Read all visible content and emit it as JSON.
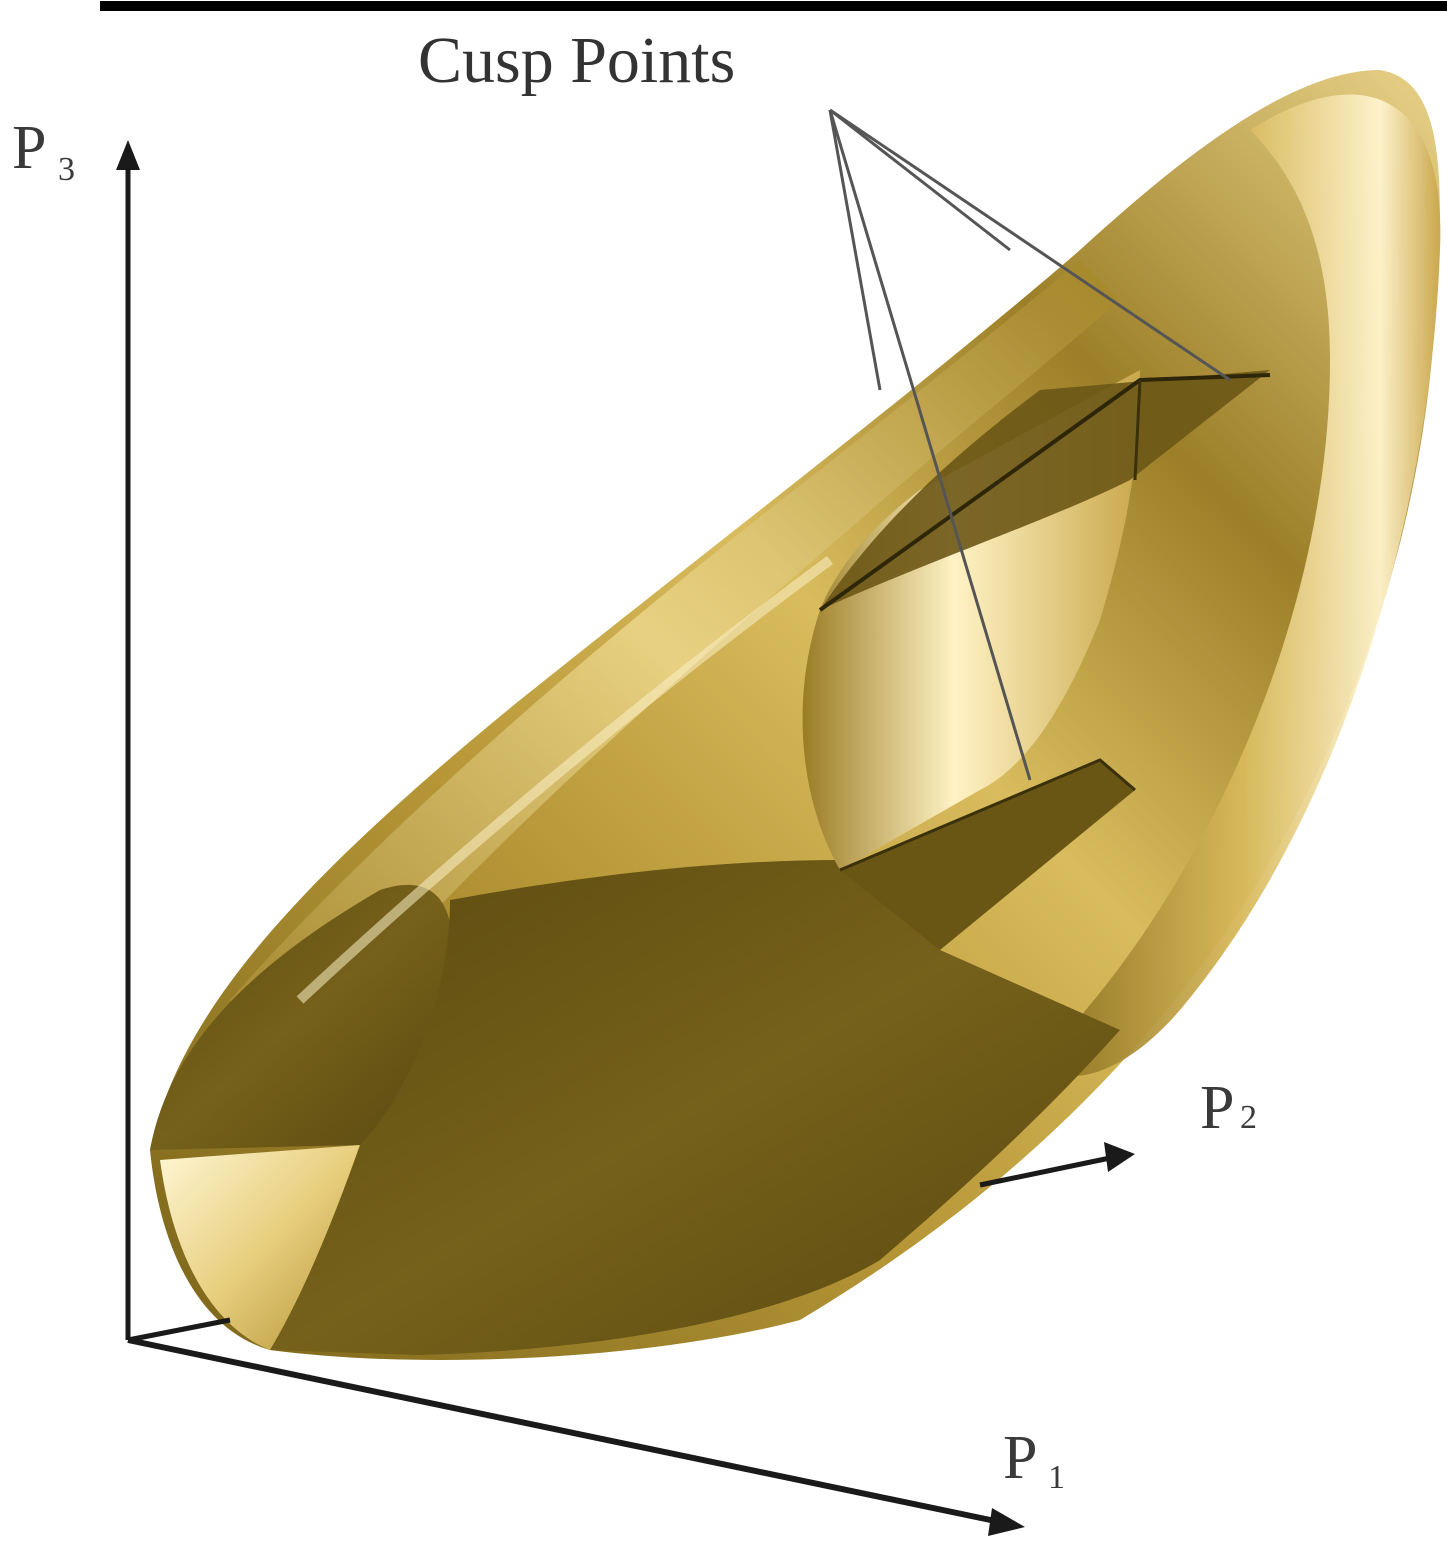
{
  "figure": {
    "annotation": "Cusp Points",
    "axes": {
      "p1": {
        "symbol": "P",
        "subscript": "1"
      },
      "p2": {
        "symbol": "P",
        "subscript": "2"
      },
      "p3": {
        "symbol": "P",
        "subscript": "3"
      }
    }
  },
  "colors": {
    "surface_dark": "#6e5b16",
    "surface_mid": "#a98b33",
    "surface_light": "#f3e6b0",
    "axis": "#1a1a1a",
    "leader_line": "#555555"
  }
}
